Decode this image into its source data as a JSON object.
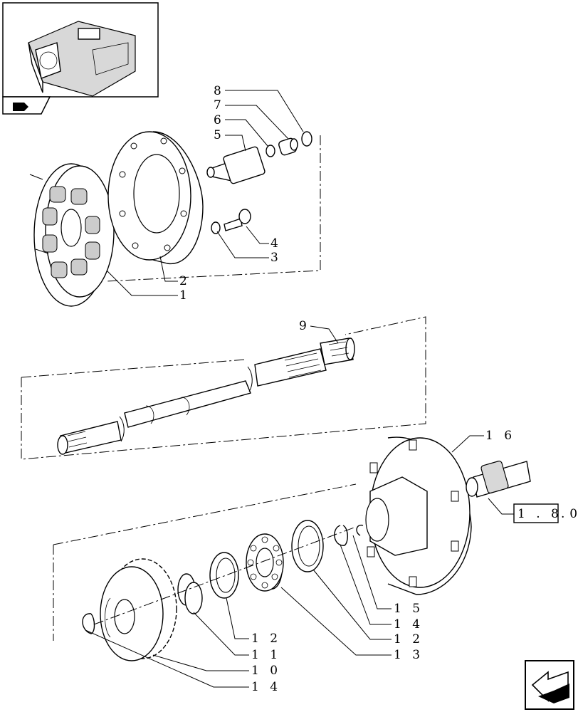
{
  "labels": {
    "l1": "1",
    "l2": "2",
    "l3": "3",
    "l4": "4",
    "l5": "5",
    "l6": "6",
    "l7": "7",
    "l8": "8",
    "l9": "9",
    "l10": "1 0",
    "l11": "1 1",
    "l12a": "1 2",
    "l12b": "1 2",
    "l13": "1 3",
    "l14a": "1 4",
    "l14b": "1 4",
    "l15": "1 5",
    "l16": "1 6"
  },
  "reference_box": "1 . 8 0",
  "reference_trail": "."
}
